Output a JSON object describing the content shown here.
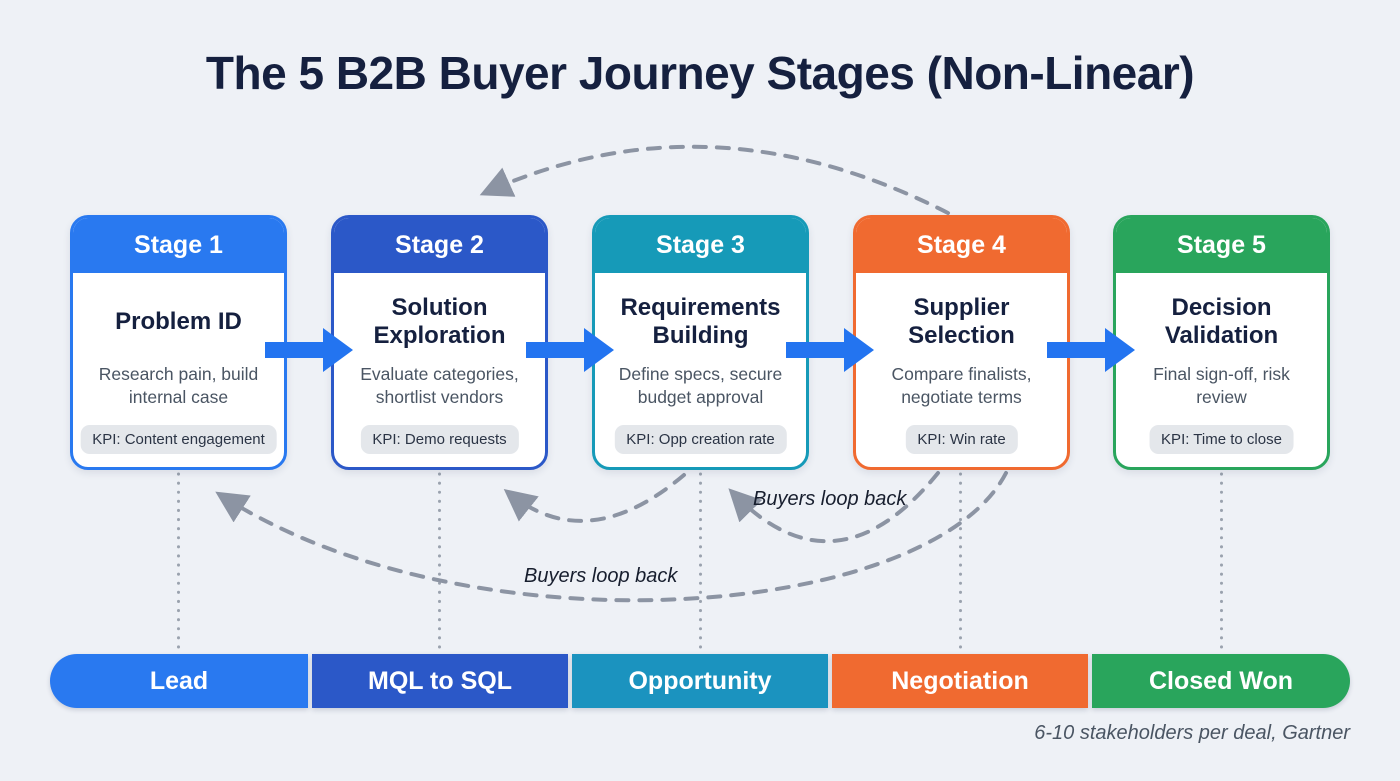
{
  "title": "The 5 B2B Buyer Journey Stages (Non-Linear)",
  "stages": [
    {
      "label": "Stage 1",
      "name": "Problem ID",
      "description": "Research pain, build internal case",
      "kpi": "KPI: Content engagement",
      "color": "#2979f0"
    },
    {
      "label": "Stage 2",
      "name": "Solution Exploration",
      "description": "Evaluate categories, shortlist vendors",
      "kpi": "KPI: Demo requests",
      "color": "#2b58c8"
    },
    {
      "label": "Stage 3",
      "name": "Requirements Building",
      "description": "Define specs, secure budget approval",
      "kpi": "KPI: Opp creation rate",
      "color": "#169ab8"
    },
    {
      "label": "Stage 4",
      "name": "Supplier Selection",
      "description": "Compare finalists, negotiate terms",
      "kpi": "KPI: Win rate",
      "color": "#f06a30"
    },
    {
      "label": "Stage 5",
      "name": "Decision Validation",
      "description": "Final sign-off, risk review",
      "kpi": "KPI: Time to close",
      "color": "#29a55c"
    }
  ],
  "loopbacks": {
    "labels": [
      "Buyers loop back",
      "Buyers loop back"
    ]
  },
  "funnel": {
    "segments": [
      {
        "label": "Lead",
        "color": "#2979f0"
      },
      {
        "label": "MQL to SQL",
        "color": "#2b58c8"
      },
      {
        "label": "Opportunity",
        "color": "#1b93bf"
      },
      {
        "label": "Negotiation",
        "color": "#f06a30"
      },
      {
        "label": "Closed Won",
        "color": "#29a55c"
      }
    ]
  },
  "footnote": "6-10 stakeholders per deal, Gartner",
  "colors": {
    "background": "#eef1f6",
    "flow_arrow": "#2374f0",
    "dashed_loop": "#8c94a3",
    "dotted_connector": "#9aa2ae",
    "title_text": "#15203f",
    "body_text": "#4a5563",
    "kpi_pill_bg": "#e4e7eb"
  }
}
